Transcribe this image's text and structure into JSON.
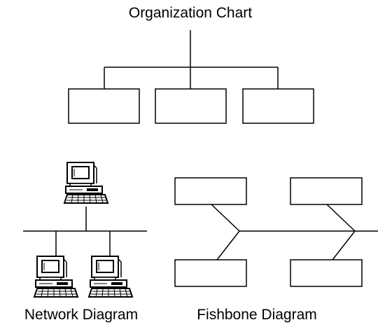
{
  "labels": {
    "org_chart": "Organization Chart",
    "network": "Network Diagram",
    "fishbone": "Fishbone Diagram"
  },
  "colors": {
    "stroke": "#000000",
    "fill": "#ffffff"
  },
  "icons": [
    "computer-icon",
    "computer-icon",
    "computer-icon"
  ]
}
